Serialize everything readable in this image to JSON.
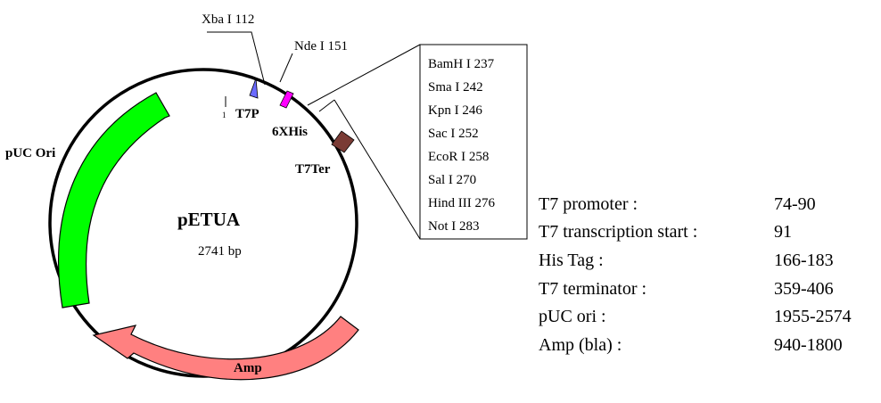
{
  "plasmid": {
    "name": "pETUA",
    "size": "2741 bp",
    "origin_tick": "1"
  },
  "features": {
    "t7p": "T7P",
    "his": "6XHis",
    "t7ter": "T7Ter",
    "puc": "pUC Ori",
    "amp": "Amp"
  },
  "sites_top": {
    "xba": "Xba I 112",
    "nde": "Nde I 151"
  },
  "mcs_sites": [
    "BamH I 237",
    "Sma I 242",
    "Kpn I 246",
    "Sac I 252",
    "EcoR I 258",
    "Sal I 270",
    "Hind III 276",
    "Not I 283"
  ],
  "annotations": [
    {
      "label": "T7 promoter :",
      "value": "74-90"
    },
    {
      "label": "T7 transcription start :",
      "value": "91"
    },
    {
      "label": "His Tag :",
      "value": "166-183"
    },
    {
      "label": "T7 terminator :",
      "value": "359-406"
    },
    {
      "label": "pUC ori :",
      "value": "1955-2574"
    },
    {
      "label": "Amp (bla) :",
      "value": "940-1800"
    }
  ],
  "colors": {
    "puc_fill": "#00ff00",
    "amp_fill": "#ff8080",
    "his_fill": "#ff00ff",
    "t7p_fill": "#6a6aff",
    "t7ter_fill": "#7a3b35",
    "backbone": "#000000"
  }
}
